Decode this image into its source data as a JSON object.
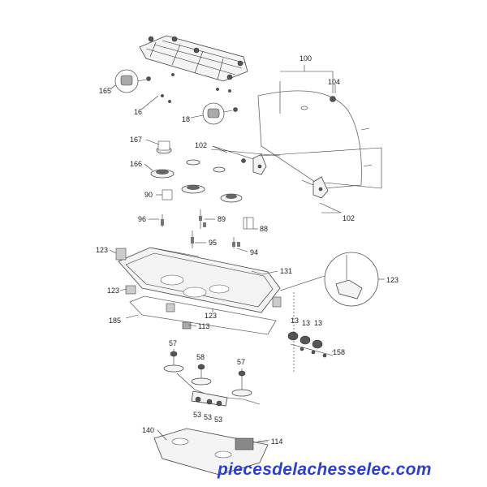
{
  "labels": {
    "l100": "100",
    "l104": "104",
    "l165": "165",
    "l16": "16",
    "l18": "18",
    "l167": "167",
    "l102a": "102",
    "l166": "166",
    "l90": "90",
    "l96": "96",
    "l89": "89",
    "l88": "88",
    "l95": "95",
    "l94": "94",
    "l102b": "102",
    "l123a": "123",
    "l131": "131",
    "l123b": "123",
    "l123c": "123",
    "l123d": "123",
    "l185": "185",
    "l113": "113",
    "l13a": "13",
    "l13b": "13",
    "l13c": "13",
    "l158": "158",
    "l57a": "57",
    "l58": "58",
    "l57b": "57",
    "l53a": "53",
    "l53b": "53",
    "l53c": "53",
    "l140": "140",
    "l114": "114"
  },
  "watermark": "piecesdelachesselec.com",
  "colors": {
    "watermark": "#2a3fd6",
    "line": "#333333"
  }
}
